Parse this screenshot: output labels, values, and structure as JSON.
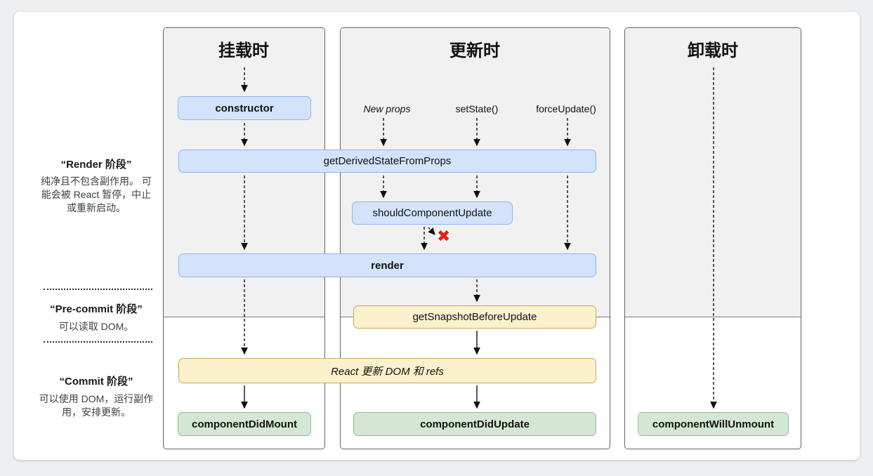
{
  "columns": {
    "mount": {
      "title": "挂载时"
    },
    "update": {
      "title": "更新时"
    },
    "unmount": {
      "title": "卸载时"
    }
  },
  "triggers": {
    "new_props": "New props",
    "set_state": "setState()",
    "force_update": "forceUpdate()"
  },
  "boxes": {
    "constructor": "constructor",
    "get_derived_state": "getDerivedStateFromProps",
    "should_component_update": "shouldComponentUpdate",
    "render": "render",
    "get_snapshot": "getSnapshotBeforeUpdate",
    "react_updates_dom": "React 更新 DOM 和 refs",
    "component_did_mount": "componentDidMount",
    "component_did_update": "componentDidUpdate",
    "component_will_unmount": "componentWillUnmount"
  },
  "sidebar": {
    "render_phase": {
      "label": "“Render 阶段”",
      "desc": "纯净且不包含副作用。 可能会被 React 暂停，中止或重新启动。"
    },
    "precommit_phase": {
      "label": "“Pre-commit 阶段”",
      "desc": "可以读取 DOM。"
    },
    "commit_phase": {
      "label": "“Commit 阶段”",
      "desc": "可以使用 DOM，运行副作用，安排更新。"
    }
  },
  "icons": {
    "abort_x": "✖"
  },
  "colors": {
    "blue_fill": "#d3e3fc",
    "blue_border": "#8fb4f3",
    "yellow_fill": "#fbf1cd",
    "yellow_border": "#cda94e",
    "green_fill": "#d4e7d5",
    "green_border": "#8fbc92",
    "abort_red": "#e02318",
    "phase_gray": "#f1f1f2"
  }
}
